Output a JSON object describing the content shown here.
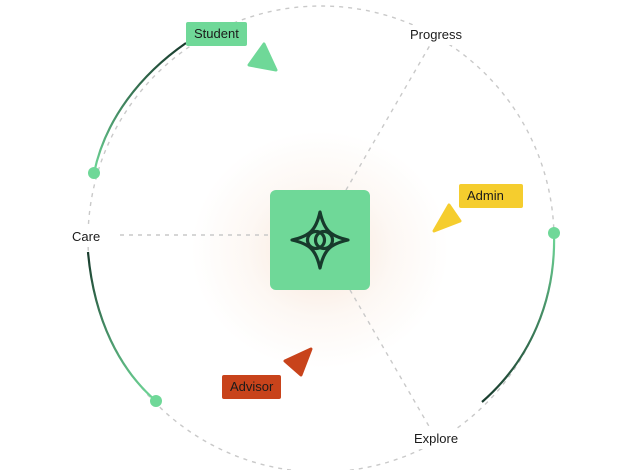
{
  "nodes": {
    "progress": "Progress",
    "care": "Care",
    "explore": "Explore"
  },
  "tags": {
    "student": {
      "label": "Student",
      "color": "#6fd898"
    },
    "admin": {
      "label": "Admin",
      "color": "#f5cd2e"
    },
    "advisor": {
      "label": "Advisor",
      "color": "#c8431b"
    }
  },
  "colors": {
    "center_tile": "#6fd898",
    "logo_stroke": "#173a2c",
    "arc_dark": "#173a2c",
    "arc_light": "#6fd898",
    "dashed_lines": "#c9c9c9",
    "label_text": "#1b1b1b"
  },
  "center_icon": "sparkle-logo-icon"
}
